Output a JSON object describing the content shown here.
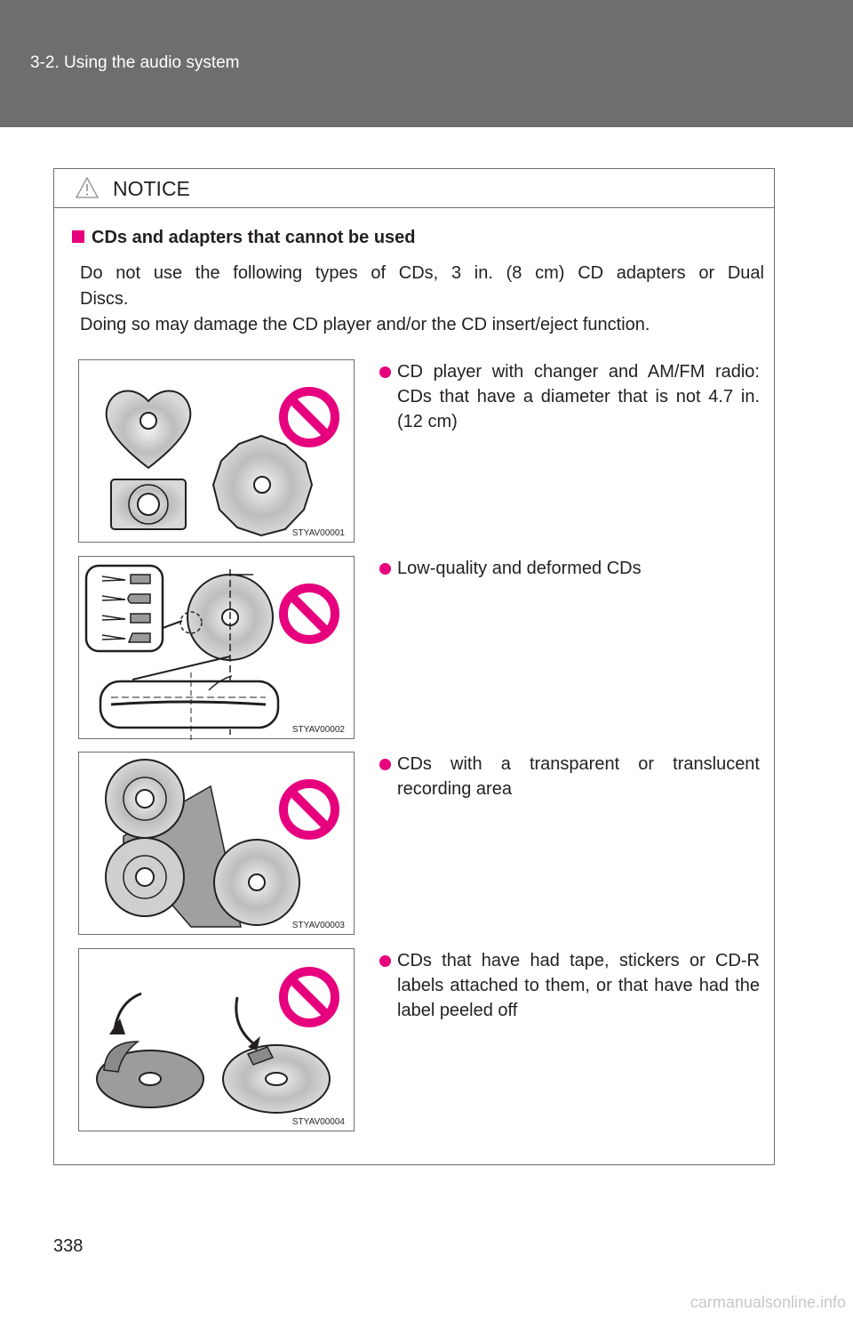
{
  "header": {
    "section": "3-2. Using the audio system"
  },
  "notice": {
    "title": "NOTICE",
    "subheading": "CDs and adapters that cannot be used",
    "intro_line1": "Do not use the following types of CDs, 3 in. (8 cm) CD adapters or Dual",
    "intro_line2": "Discs.",
    "intro_line3": "Doing so may damage the CD player and/or the CD insert/eject function.",
    "items": [
      {
        "code": "STYAV00001",
        "text": "CD player with changer and AM/FM radio: CDs that have a diameter that is not 4.7 in. (12 cm)"
      },
      {
        "code": "STYAV00002",
        "text": "Low-quality and deformed CDs"
      },
      {
        "code": "STYAV00003",
        "text": "CDs with a transparent or translucent recording area"
      },
      {
        "code": "STYAV00004",
        "text": "CDs that have had tape, stickers or CD-R labels attached to them, or that have had the label peeled off"
      }
    ]
  },
  "page_number": "338",
  "watermark": "carmanualsonline.info",
  "colors": {
    "accent": "#e6007e",
    "header_bg": "#6d6e70",
    "border": "#6d6e70"
  }
}
